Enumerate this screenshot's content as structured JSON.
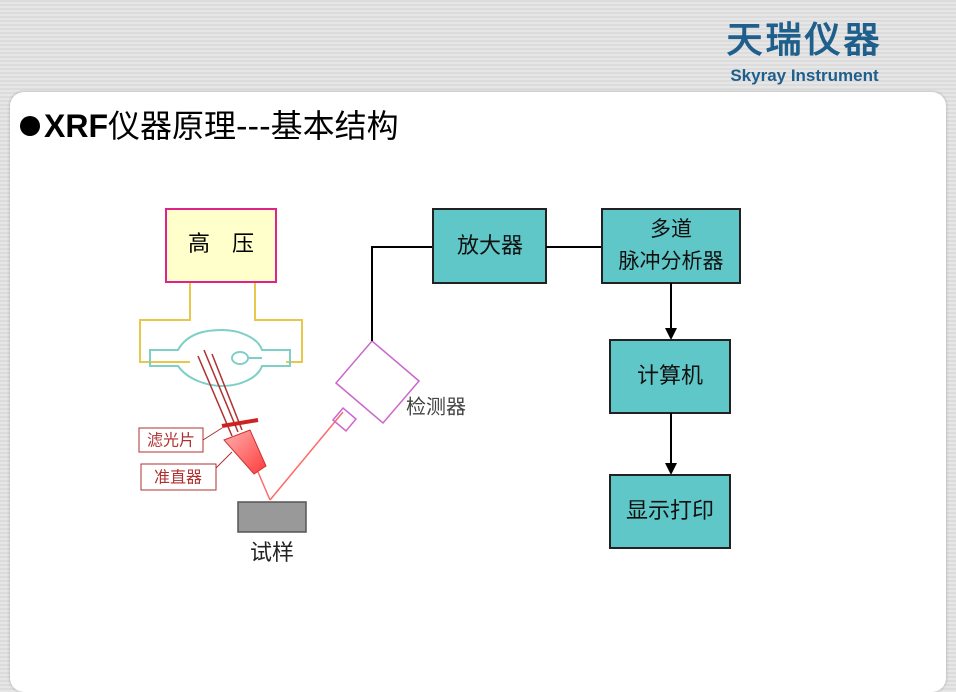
{
  "logo": {
    "cn": "天瑞仪器",
    "en": "Skyray Instrument"
  },
  "title": {
    "prefix": "XRF",
    "main": "仪器原理---基本结构"
  },
  "diagram": {
    "high_voltage": "高　压",
    "amplifier": "放大器",
    "mca_line1": "多道",
    "mca_line2": "脉冲分析器",
    "computer": "计算机",
    "display_print": "显示打印",
    "detector": "检测器",
    "filter": "滤光片",
    "collimator": "准直器",
    "sample": "试样"
  },
  "colors": {
    "brand": "#1f5f8c",
    "module_fill": "#5fc7c7",
    "hv_fill": "#ffffcc",
    "hv_border": "#e0228c",
    "wire_yellow": "#e8c84a",
    "tube_teal": "#7ecfc6",
    "beam_red": "#ff5a5a",
    "detector_outline": "#cc66cc",
    "label_red": "#b03030"
  }
}
